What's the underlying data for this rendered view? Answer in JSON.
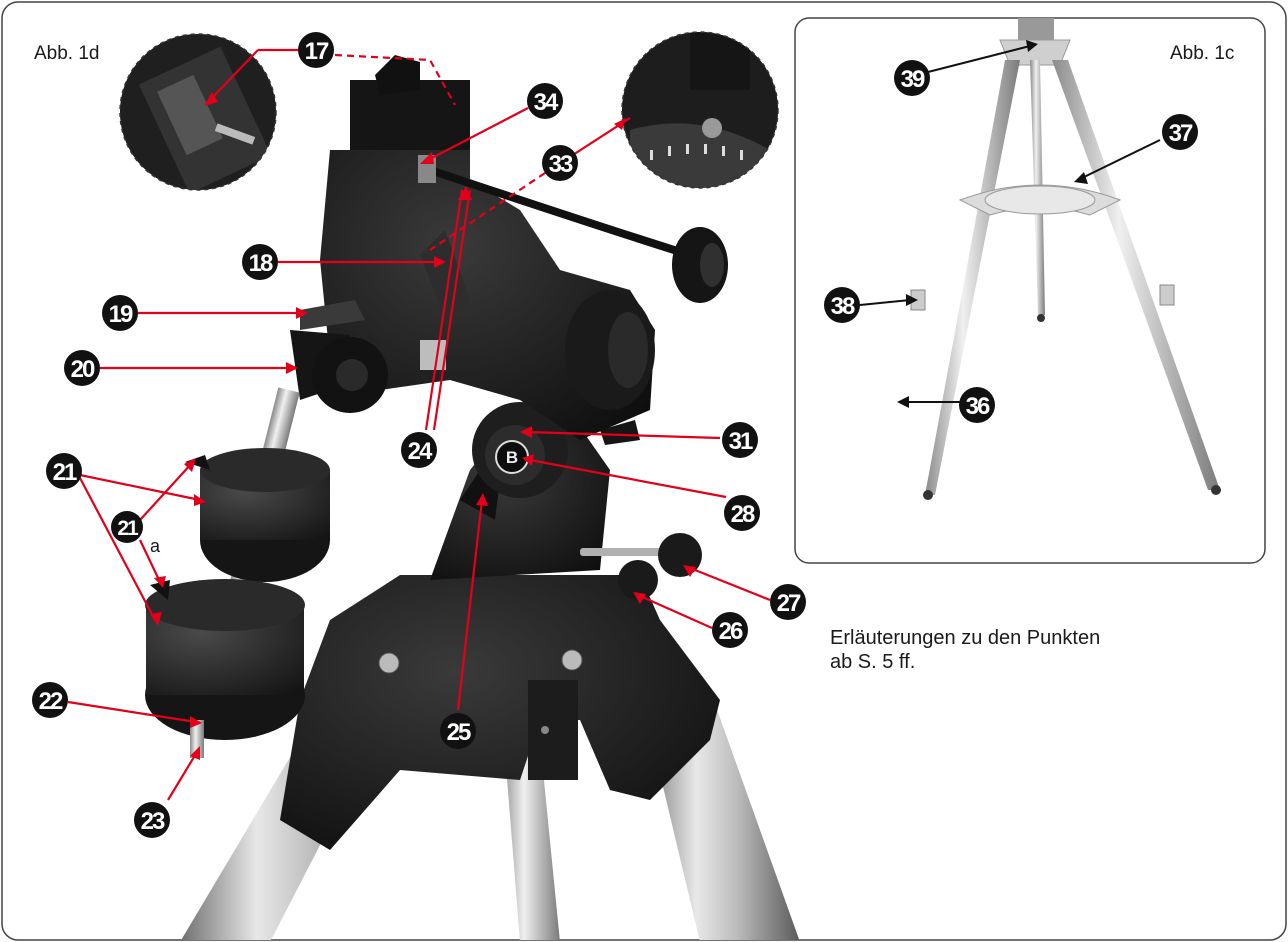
{
  "figure_titles": {
    "left": "Abb. 1d",
    "right": "Abb. 1c"
  },
  "note": {
    "line1": "Erläuterungen zu den Punkten",
    "line2": "ab S. 5 ff."
  },
  "labels": [
    {
      "id": "17",
      "text": "17"
    },
    {
      "id": "18",
      "text": "18"
    },
    {
      "id": "19",
      "text": "19"
    },
    {
      "id": "20",
      "text": "20"
    },
    {
      "id": "21",
      "text": "21"
    },
    {
      "id": "21a",
      "text": "21",
      "suffix": "a"
    },
    {
      "id": "22",
      "text": "22"
    },
    {
      "id": "23",
      "text": "23"
    },
    {
      "id": "24",
      "text": "24"
    },
    {
      "id": "25",
      "text": "25"
    },
    {
      "id": "26",
      "text": "26"
    },
    {
      "id": "27",
      "text": "27"
    },
    {
      "id": "28",
      "text": "28"
    },
    {
      "id": "31",
      "text": "31"
    },
    {
      "id": "33",
      "text": "33"
    },
    {
      "id": "34",
      "text": "34"
    },
    {
      "id": "36",
      "text": "36"
    },
    {
      "id": "37",
      "text": "37"
    },
    {
      "id": "38",
      "text": "38"
    },
    {
      "id": "39",
      "text": "39"
    }
  ],
  "colors": {
    "badge": "#111111",
    "leader_mount": "#e2001a",
    "leader_tripod": "#111111",
    "frame": "#444444"
  }
}
